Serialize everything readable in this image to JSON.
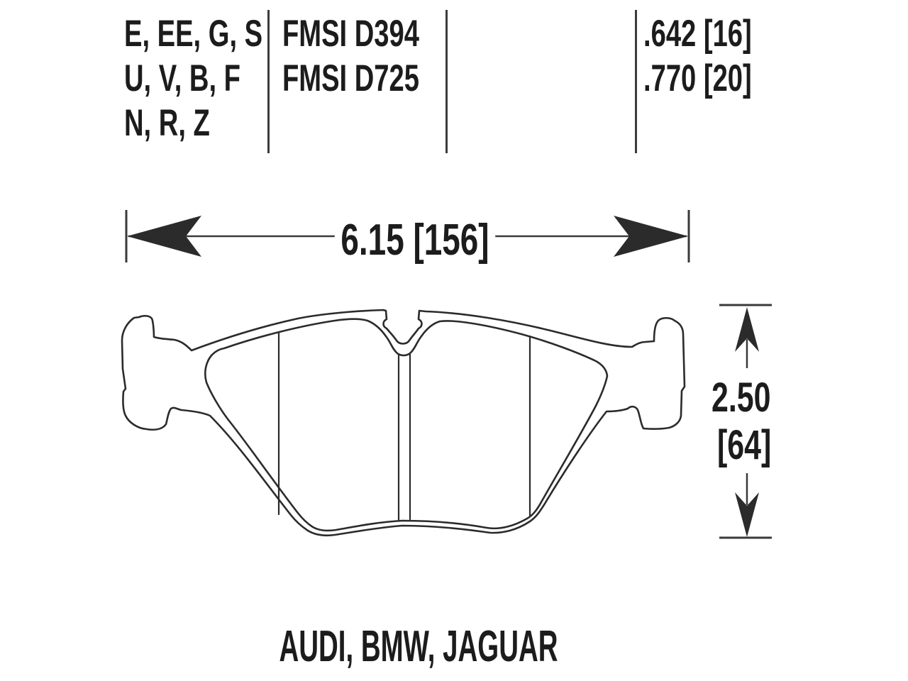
{
  "spec_table": {
    "compound_codes": [
      "E, EE, G, S",
      "U, V, B, F",
      "N, R, Z"
    ],
    "fmsi_numbers": [
      "FMSI D394",
      "FMSI D725"
    ],
    "thicknesses": [
      ".642 [16]",
      ".770 [20]"
    ]
  },
  "dimensions": {
    "width_label": "6.15 [156]",
    "height_label_inches": "2.50",
    "height_label_mm": "[64]"
  },
  "applications_label": "AUDI, BMW, JAGUAR",
  "colors": {
    "ink": "#1c1c1c",
    "drawing_line": "#2b2b2b",
    "divider_line": "#3c3c3c",
    "background": "#ffffff"
  }
}
